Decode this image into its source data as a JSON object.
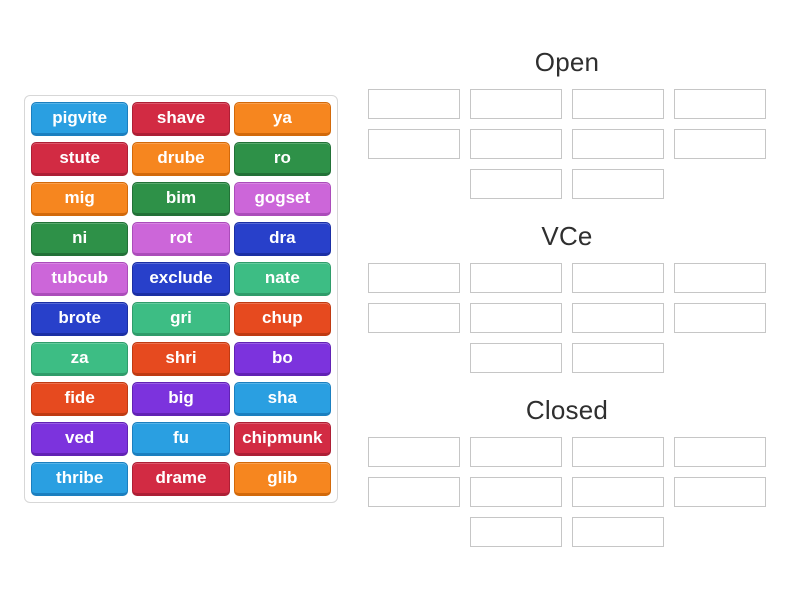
{
  "activity": {
    "kind": "group-sort"
  },
  "palette": {
    "lightblue": {
      "fill": "#2a9fe1",
      "edge": "#1b7fbf"
    },
    "crimson": {
      "fill": "#d22b43",
      "edge": "#ad1f35"
    },
    "orange": {
      "fill": "#f6861f",
      "edge": "#d2690a"
    },
    "green": {
      "fill": "#2e9148",
      "edge": "#227137"
    },
    "orchid": {
      "fill": "#cc66d9",
      "edge": "#ab4cba"
    },
    "royalblue": {
      "fill": "#2840ca",
      "edge": "#1b2fa4"
    },
    "seagreen": {
      "fill": "#3dbd84",
      "edge": "#2f9c6a"
    },
    "orangered": {
      "fill": "#e64a1f",
      "edge": "#bf3a12"
    },
    "purple": {
      "fill": "#7c33dd",
      "edge": "#6122b4"
    }
  },
  "word_bank": {
    "tiles": [
      {
        "word": "pigvite",
        "color": "lightblue"
      },
      {
        "word": "shave",
        "color": "crimson"
      },
      {
        "word": "ya",
        "color": "orange"
      },
      {
        "word": "stute",
        "color": "crimson"
      },
      {
        "word": "drube",
        "color": "orange"
      },
      {
        "word": "ro",
        "color": "green"
      },
      {
        "word": "mig",
        "color": "orange"
      },
      {
        "word": "bim",
        "color": "green"
      },
      {
        "word": "gogset",
        "color": "orchid"
      },
      {
        "word": "ni",
        "color": "green"
      },
      {
        "word": "rot",
        "color": "orchid"
      },
      {
        "word": "dra",
        "color": "royalblue"
      },
      {
        "word": "tubcub",
        "color": "orchid"
      },
      {
        "word": "exclude",
        "color": "royalblue"
      },
      {
        "word": "nate",
        "color": "seagreen"
      },
      {
        "word": "brote",
        "color": "royalblue"
      },
      {
        "word": "gri",
        "color": "seagreen"
      },
      {
        "word": "chup",
        "color": "orangered"
      },
      {
        "word": "za",
        "color": "seagreen"
      },
      {
        "word": "shri",
        "color": "orangered"
      },
      {
        "word": "bo",
        "color": "purple"
      },
      {
        "word": "fide",
        "color": "orangered"
      },
      {
        "word": "big",
        "color": "purple"
      },
      {
        "word": "sha",
        "color": "lightblue"
      },
      {
        "word": "ved",
        "color": "purple"
      },
      {
        "word": "fu",
        "color": "lightblue"
      },
      {
        "word": "chipmunk",
        "color": "crimson"
      },
      {
        "word": "thribe",
        "color": "lightblue"
      },
      {
        "word": "drame",
        "color": "crimson"
      },
      {
        "word": "glib",
        "color": "orange"
      }
    ]
  },
  "groups": [
    {
      "label": "Open",
      "slot_rows": [
        4,
        4,
        2
      ]
    },
    {
      "label": "VCe",
      "slot_rows": [
        4,
        4,
        2
      ]
    },
    {
      "label": "Closed",
      "slot_rows": [
        4,
        4,
        2
      ]
    }
  ],
  "ui": {
    "slot_border": "#c6c6c6",
    "title_color": "#2f2f2f"
  }
}
